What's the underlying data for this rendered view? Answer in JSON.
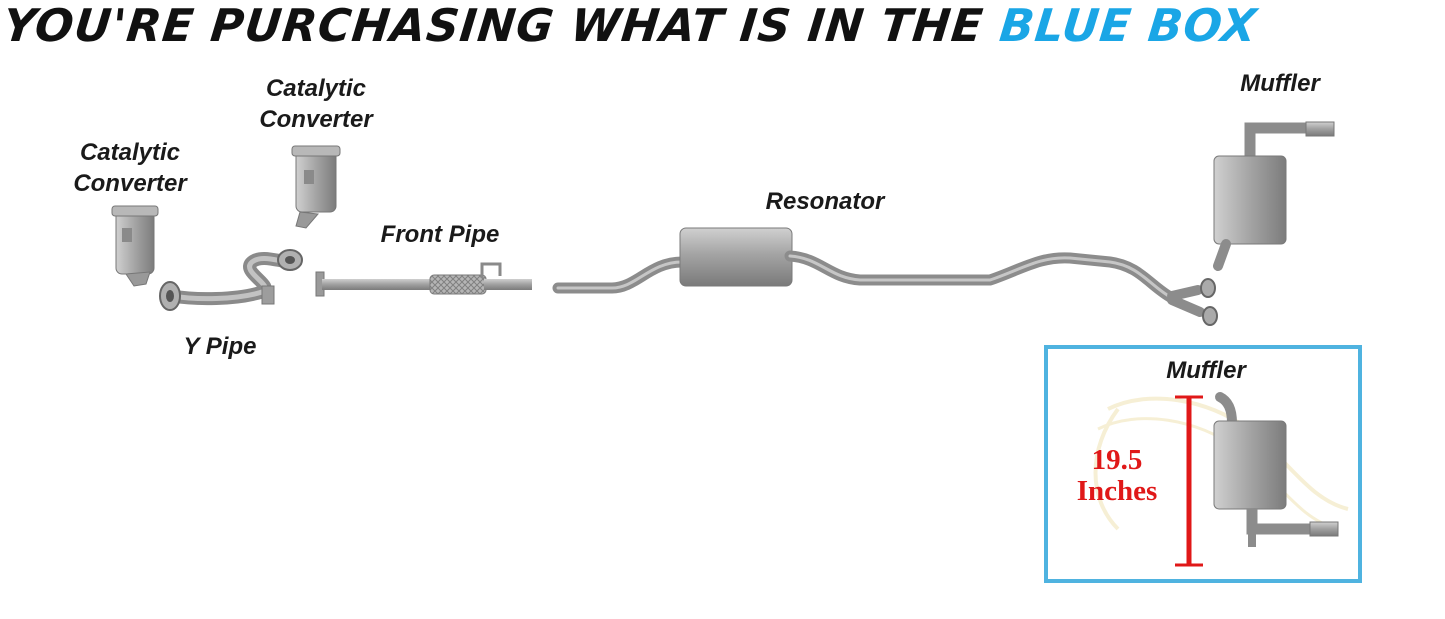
{
  "headline": {
    "prefix": "YOU'RE PURCHASING WHAT IS IN THE ",
    "highlight": "BLUE BOX"
  },
  "labels": {
    "cat_converter_1": [
      "Catalytic",
      "Converter"
    ],
    "cat_converter_2": [
      "Catalytic",
      "Converter"
    ],
    "y_pipe": "Y Pipe",
    "front_pipe": "Front Pipe",
    "resonator": "Resonator",
    "muffler_top": "Muffler",
    "muffler_box": "Muffler"
  },
  "dimension": {
    "value": "19.5",
    "unit": "Inches"
  },
  "colors": {
    "headline": "#111111",
    "highlight": "#1aa6e6",
    "box_border": "#4fb3e0",
    "dimension": "#e01818",
    "metal": "#9a9a9a"
  }
}
